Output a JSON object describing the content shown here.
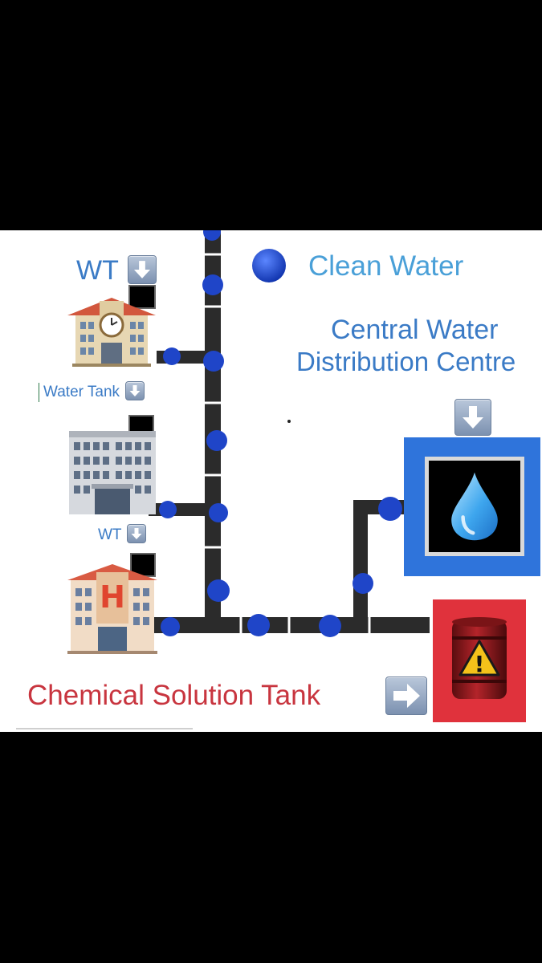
{
  "legend": {
    "clean_water_label": "Clean Water",
    "icon": "blue-dot-icon"
  },
  "centre": {
    "title_line1": "Central Water",
    "title_line2": "Distribution Centre",
    "icon": "water-drop-icon"
  },
  "buildings": [
    {
      "name": "school",
      "tank_label": "WT",
      "icon": "school-building-icon"
    },
    {
      "name": "office",
      "tank_label": "Water Tank",
      "icon": "office-building-icon"
    },
    {
      "name": "hospital",
      "tank_label": "WT",
      "icon": "hospital-building-icon",
      "sign": "H"
    }
  ],
  "chemical": {
    "label": "Chemical Solution Tank",
    "icon": "barrel-warning-icon",
    "warning_mark": "!"
  },
  "colors": {
    "pipe": "#2b2b2b",
    "valve": "#1f45c8",
    "clean_water_text": "#4aa0d8",
    "centre_text": "#3b7bc6",
    "chemical_text": "#c8353f",
    "centre_frame": "#2f74db",
    "chemical_frame": "#e0323c"
  }
}
